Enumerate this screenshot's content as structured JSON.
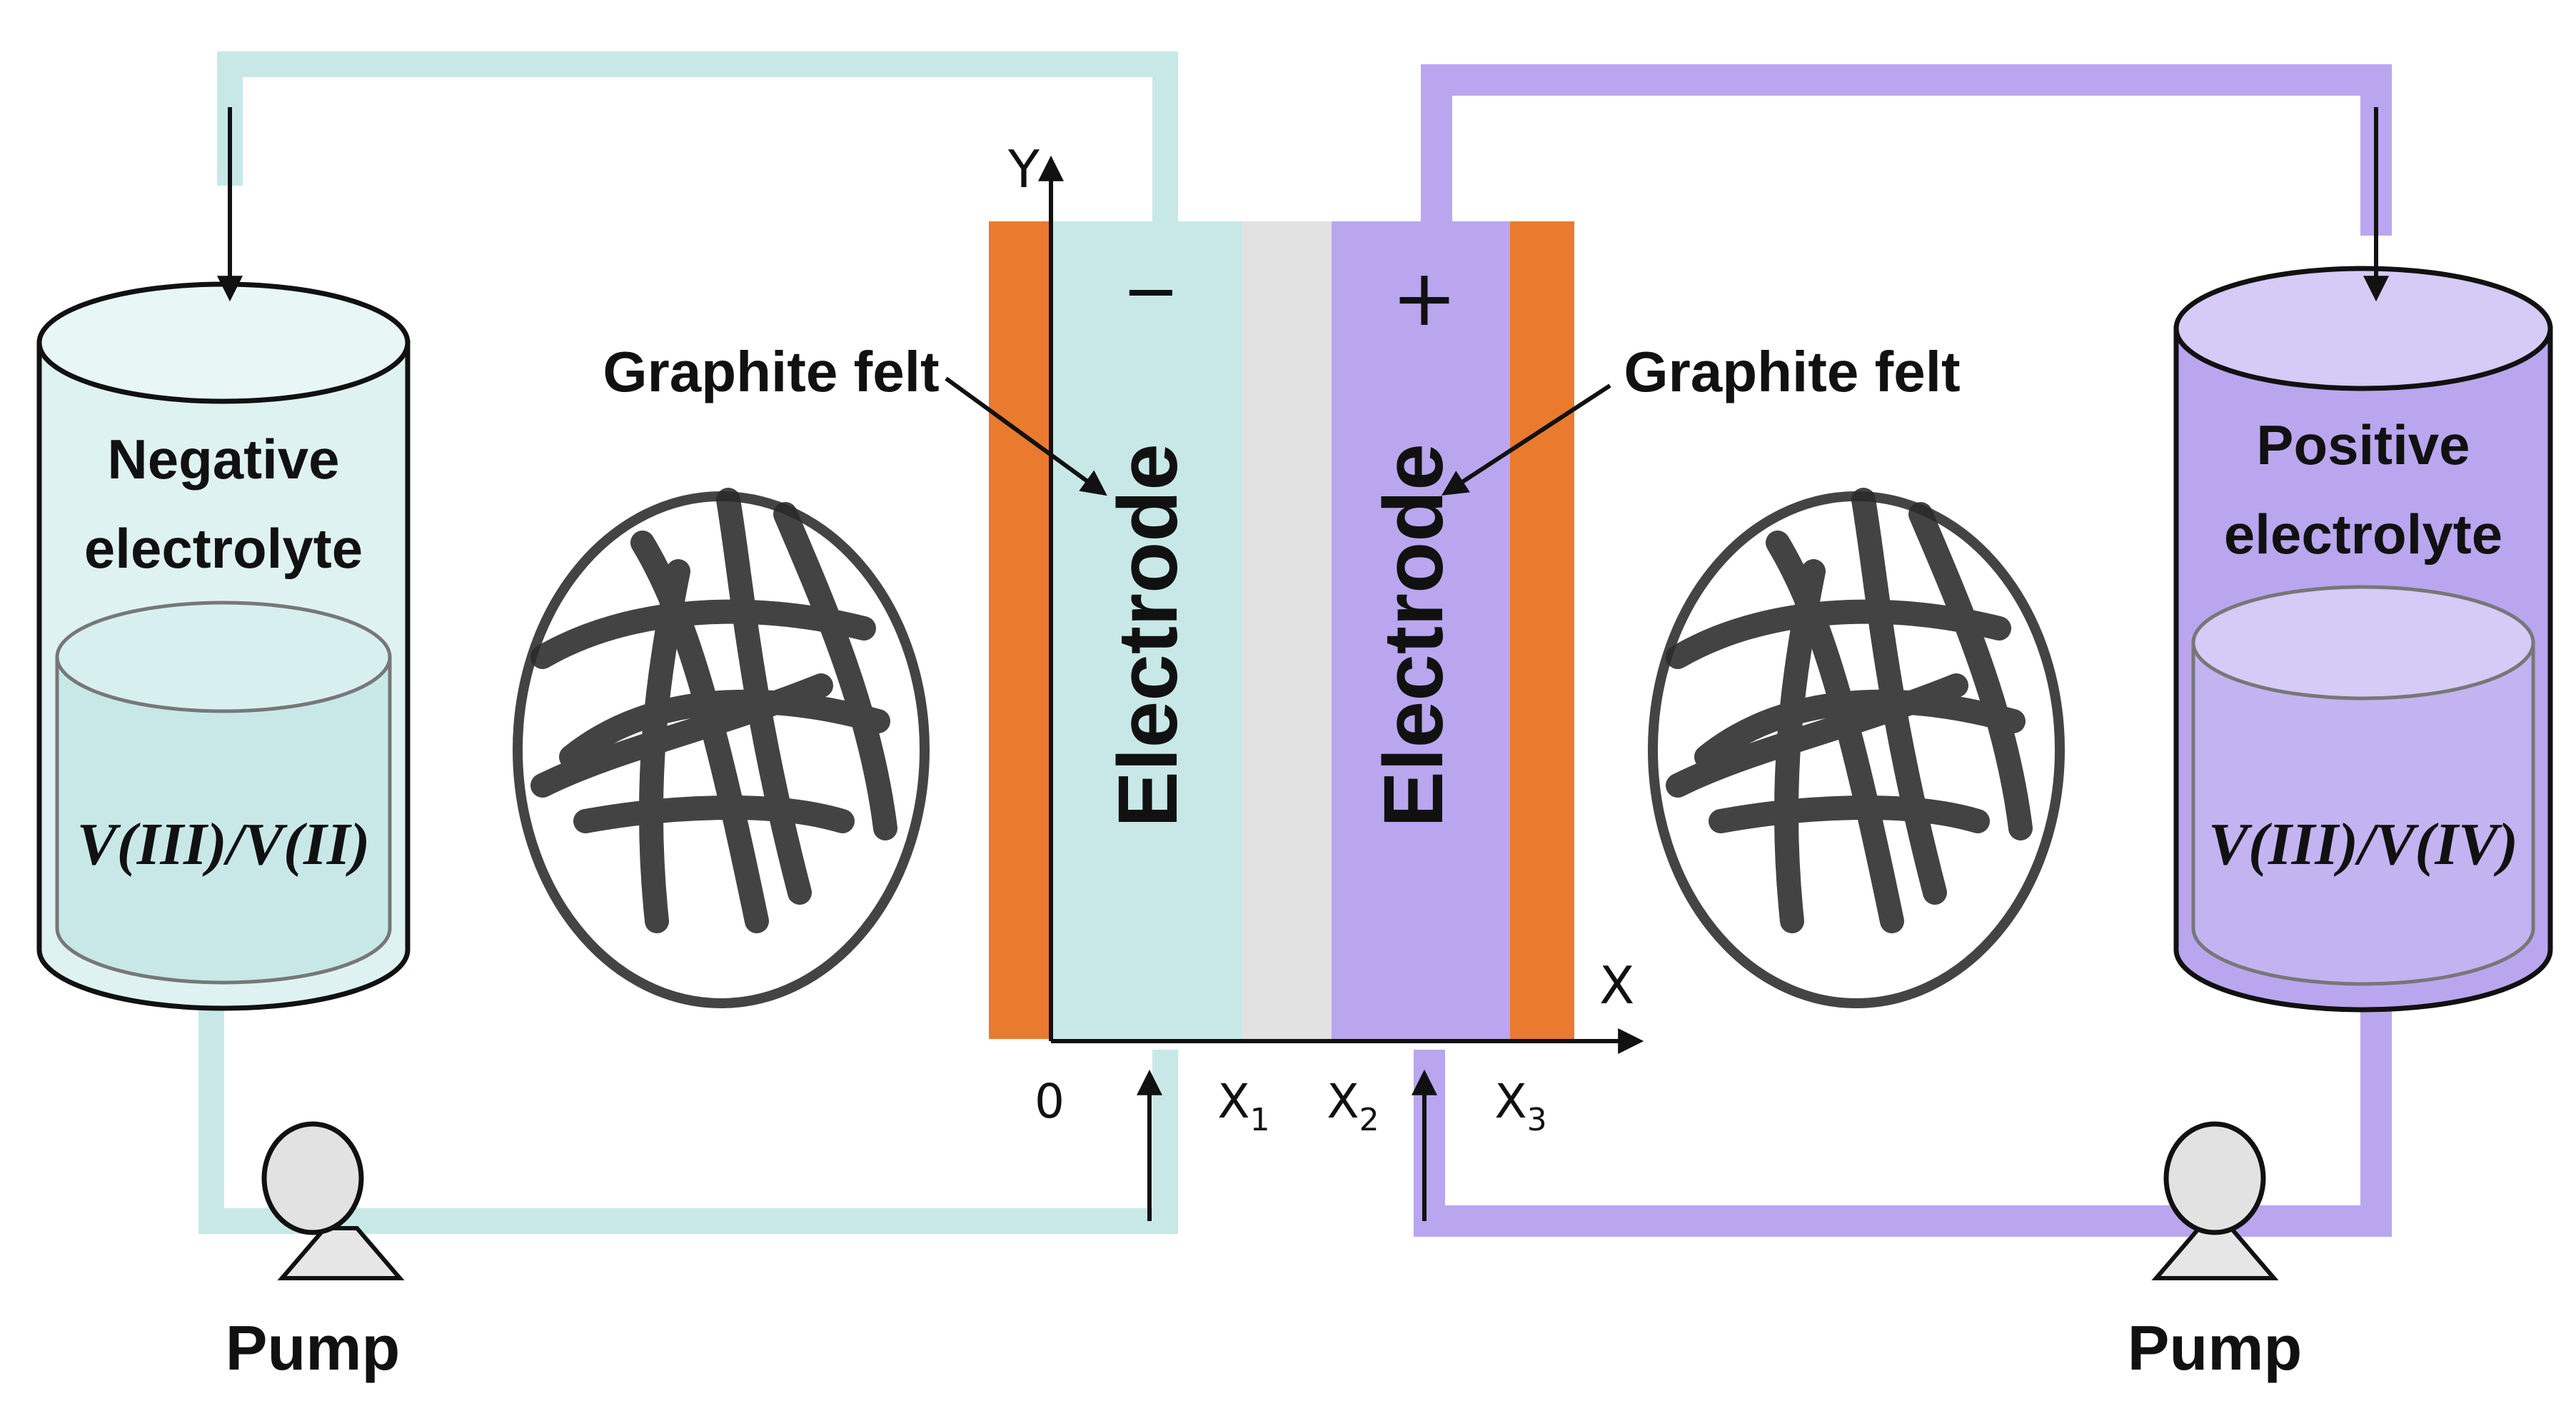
{
  "colors": {
    "negative": "#c8e8e8",
    "negative_pipe": "#c8e8e8",
    "positive": "#b9a6ee",
    "positive_pipe": "#b9a6ee",
    "current_collector": "#ea7a2e",
    "membrane": "#e2e2e2",
    "fiber": "#2a2a2a"
  },
  "left_tank": {
    "title_line1": "Negative",
    "title_line2": "electrolyte",
    "species": "V(III)/V(II)"
  },
  "right_tank": {
    "title_line1": "Positive",
    "title_line2": "electrolyte",
    "species": "V(III)/V(IV)"
  },
  "cell": {
    "negative_sign": "−",
    "positive_sign": "+",
    "negative_electrode_label": "Electrode",
    "positive_electrode_label": "Electrode"
  },
  "callouts": {
    "left_felt": "Graphite felt",
    "right_felt": "Graphite felt"
  },
  "axes": {
    "y_label": "Y",
    "x_label": "X",
    "origin": "0",
    "x1": "X",
    "x1_sub": "1",
    "x2": "X",
    "x2_sub": "2",
    "x3": "X",
    "x3_sub": "3"
  },
  "pumps": {
    "left_label": "Pump",
    "right_label": "Pump"
  },
  "icons": [
    "graphite-felt-fiber-icon",
    "pump-icon",
    "flow-arrow-icon"
  ]
}
